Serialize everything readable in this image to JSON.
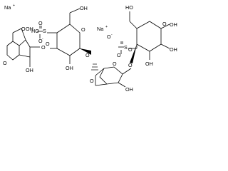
{
  "molecule": {
    "ions": [
      "Na",
      "Na"
    ],
    "charge": "+",
    "atom_labels": {
      "O": "O",
      "OH": "OH",
      "HO": "HO",
      "S": "S",
      "O_minus": "O",
      "minus": "-"
    }
  }
}
